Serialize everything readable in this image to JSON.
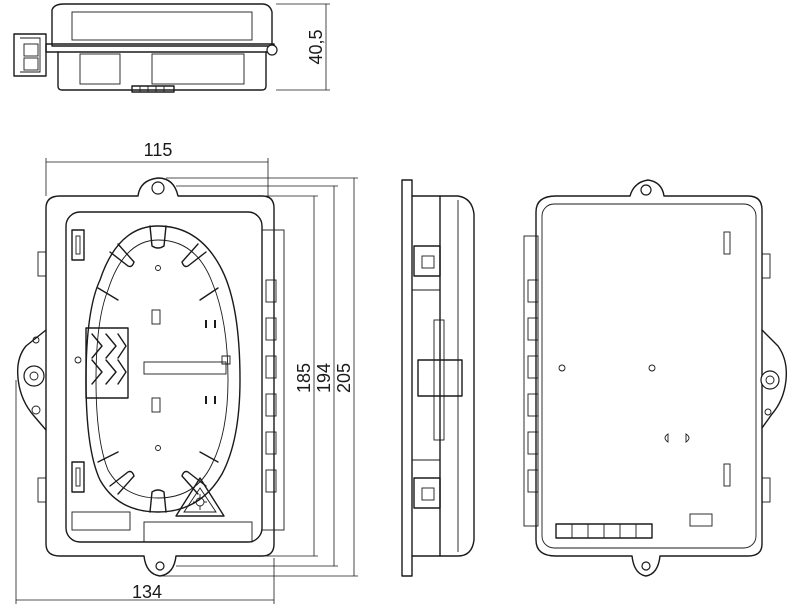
{
  "dimensions": {
    "height": "40,5",
    "width_inner": "115",
    "width_outer": "134",
    "height_1": "185",
    "height_2": "194",
    "height_3": "205"
  },
  "icons": {
    "laser_warning": "laser-warning-triangle"
  }
}
